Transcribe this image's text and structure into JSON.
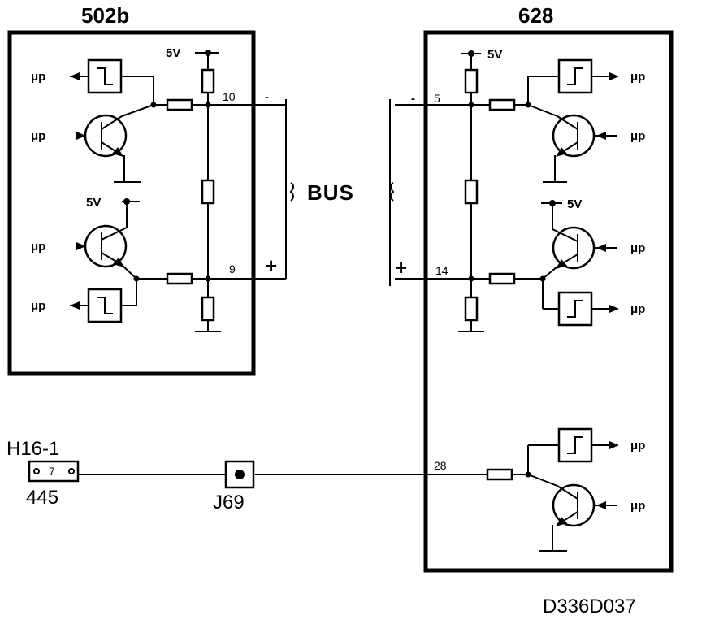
{
  "diagram_id": "D336D037",
  "boards": {
    "left": {
      "title": "502b"
    },
    "right": {
      "title": "628"
    }
  },
  "bus_label": "BUS",
  "supply_label": "5V",
  "micro_label": "μp",
  "pins": {
    "left_upper": "10",
    "left_lower": "9",
    "right_upper": "5",
    "right_lower": "14",
    "right_aux": "28"
  },
  "polarity": {
    "minus": "-",
    "plus": "+"
  },
  "connector": {
    "name": "H16-1",
    "pin": "7",
    "number": "445"
  },
  "jack": {
    "name": "J69"
  }
}
